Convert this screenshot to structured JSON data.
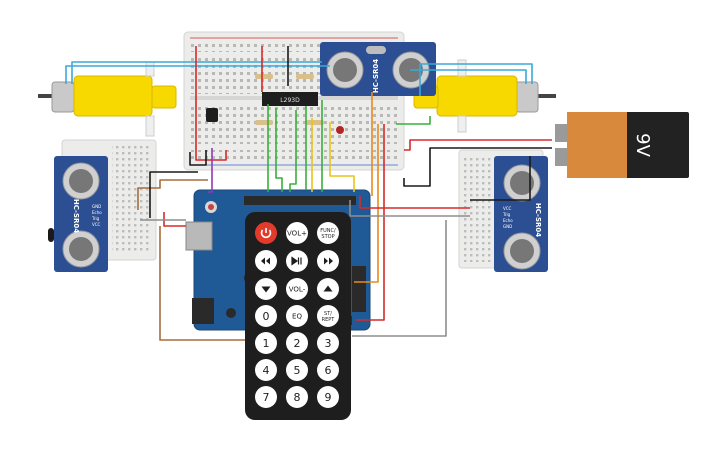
{
  "components": {
    "ultrasonic_top": {
      "label": "HC-SR04"
    },
    "ultrasonic_left": {
      "label": "HC-SR04",
      "pins": [
        "GND",
        "Echo",
        "Trig",
        "VCC"
      ]
    },
    "ultrasonic_right": {
      "label": "HC-SR04",
      "pins": [
        "VCC",
        "Trig",
        "Echo",
        "GND"
      ]
    },
    "driver_ic": {
      "label": "L293D"
    },
    "battery": {
      "label": "9V"
    }
  },
  "remote": {
    "buttons": [
      {
        "id": "power",
        "label": "",
        "icon": "power-icon"
      },
      {
        "id": "vol-plus",
        "label": "VOL+"
      },
      {
        "id": "func-stop",
        "label": "FUNC/",
        "label2": "STOP"
      },
      {
        "id": "rewind",
        "label": "",
        "icon": "rewind-icon"
      },
      {
        "id": "play-pause",
        "label": "",
        "icon": "play-pause-icon"
      },
      {
        "id": "fast-forward",
        "label": "",
        "icon": "fast-forward-icon"
      },
      {
        "id": "down",
        "label": "",
        "icon": "down-triangle-icon"
      },
      {
        "id": "vol-minus",
        "label": "VOL-"
      },
      {
        "id": "up",
        "label": "",
        "icon": "up-triangle-icon"
      },
      {
        "id": "0",
        "label": "0"
      },
      {
        "id": "eq",
        "label": "EQ"
      },
      {
        "id": "st-rept",
        "label": "ST/",
        "label2": "REPT"
      },
      {
        "id": "1",
        "label": "1"
      },
      {
        "id": "2",
        "label": "2"
      },
      {
        "id": "3",
        "label": "3"
      },
      {
        "id": "4",
        "label": "4"
      },
      {
        "id": "5",
        "label": "5"
      },
      {
        "id": "6",
        "label": "6"
      },
      {
        "id": "7",
        "label": "7"
      },
      {
        "id": "8",
        "label": "8"
      },
      {
        "id": "9",
        "label": "9"
      }
    ]
  },
  "colors": {
    "breadboard": "#e9e9e7",
    "board_blue": "#1f5a96",
    "sensor_blue": "#2c4f94",
    "motor_yellow": "#f7d900",
    "battery_orange": "#d9893c",
    "battery_black": "#222222",
    "remote_black": "#1e1e1e",
    "wire_red": "#d62a2a",
    "wire_green": "#38b03a",
    "wire_yellow": "#e9c31c",
    "wire_orange": "#e88b1d",
    "wire_blue": "#3aa9d8",
    "wire_purple": "#8e3ab8",
    "wire_brown": "#a66d3c",
    "wire_gray": "#8d8d8d",
    "wire_black": "#1a1a1a"
  }
}
